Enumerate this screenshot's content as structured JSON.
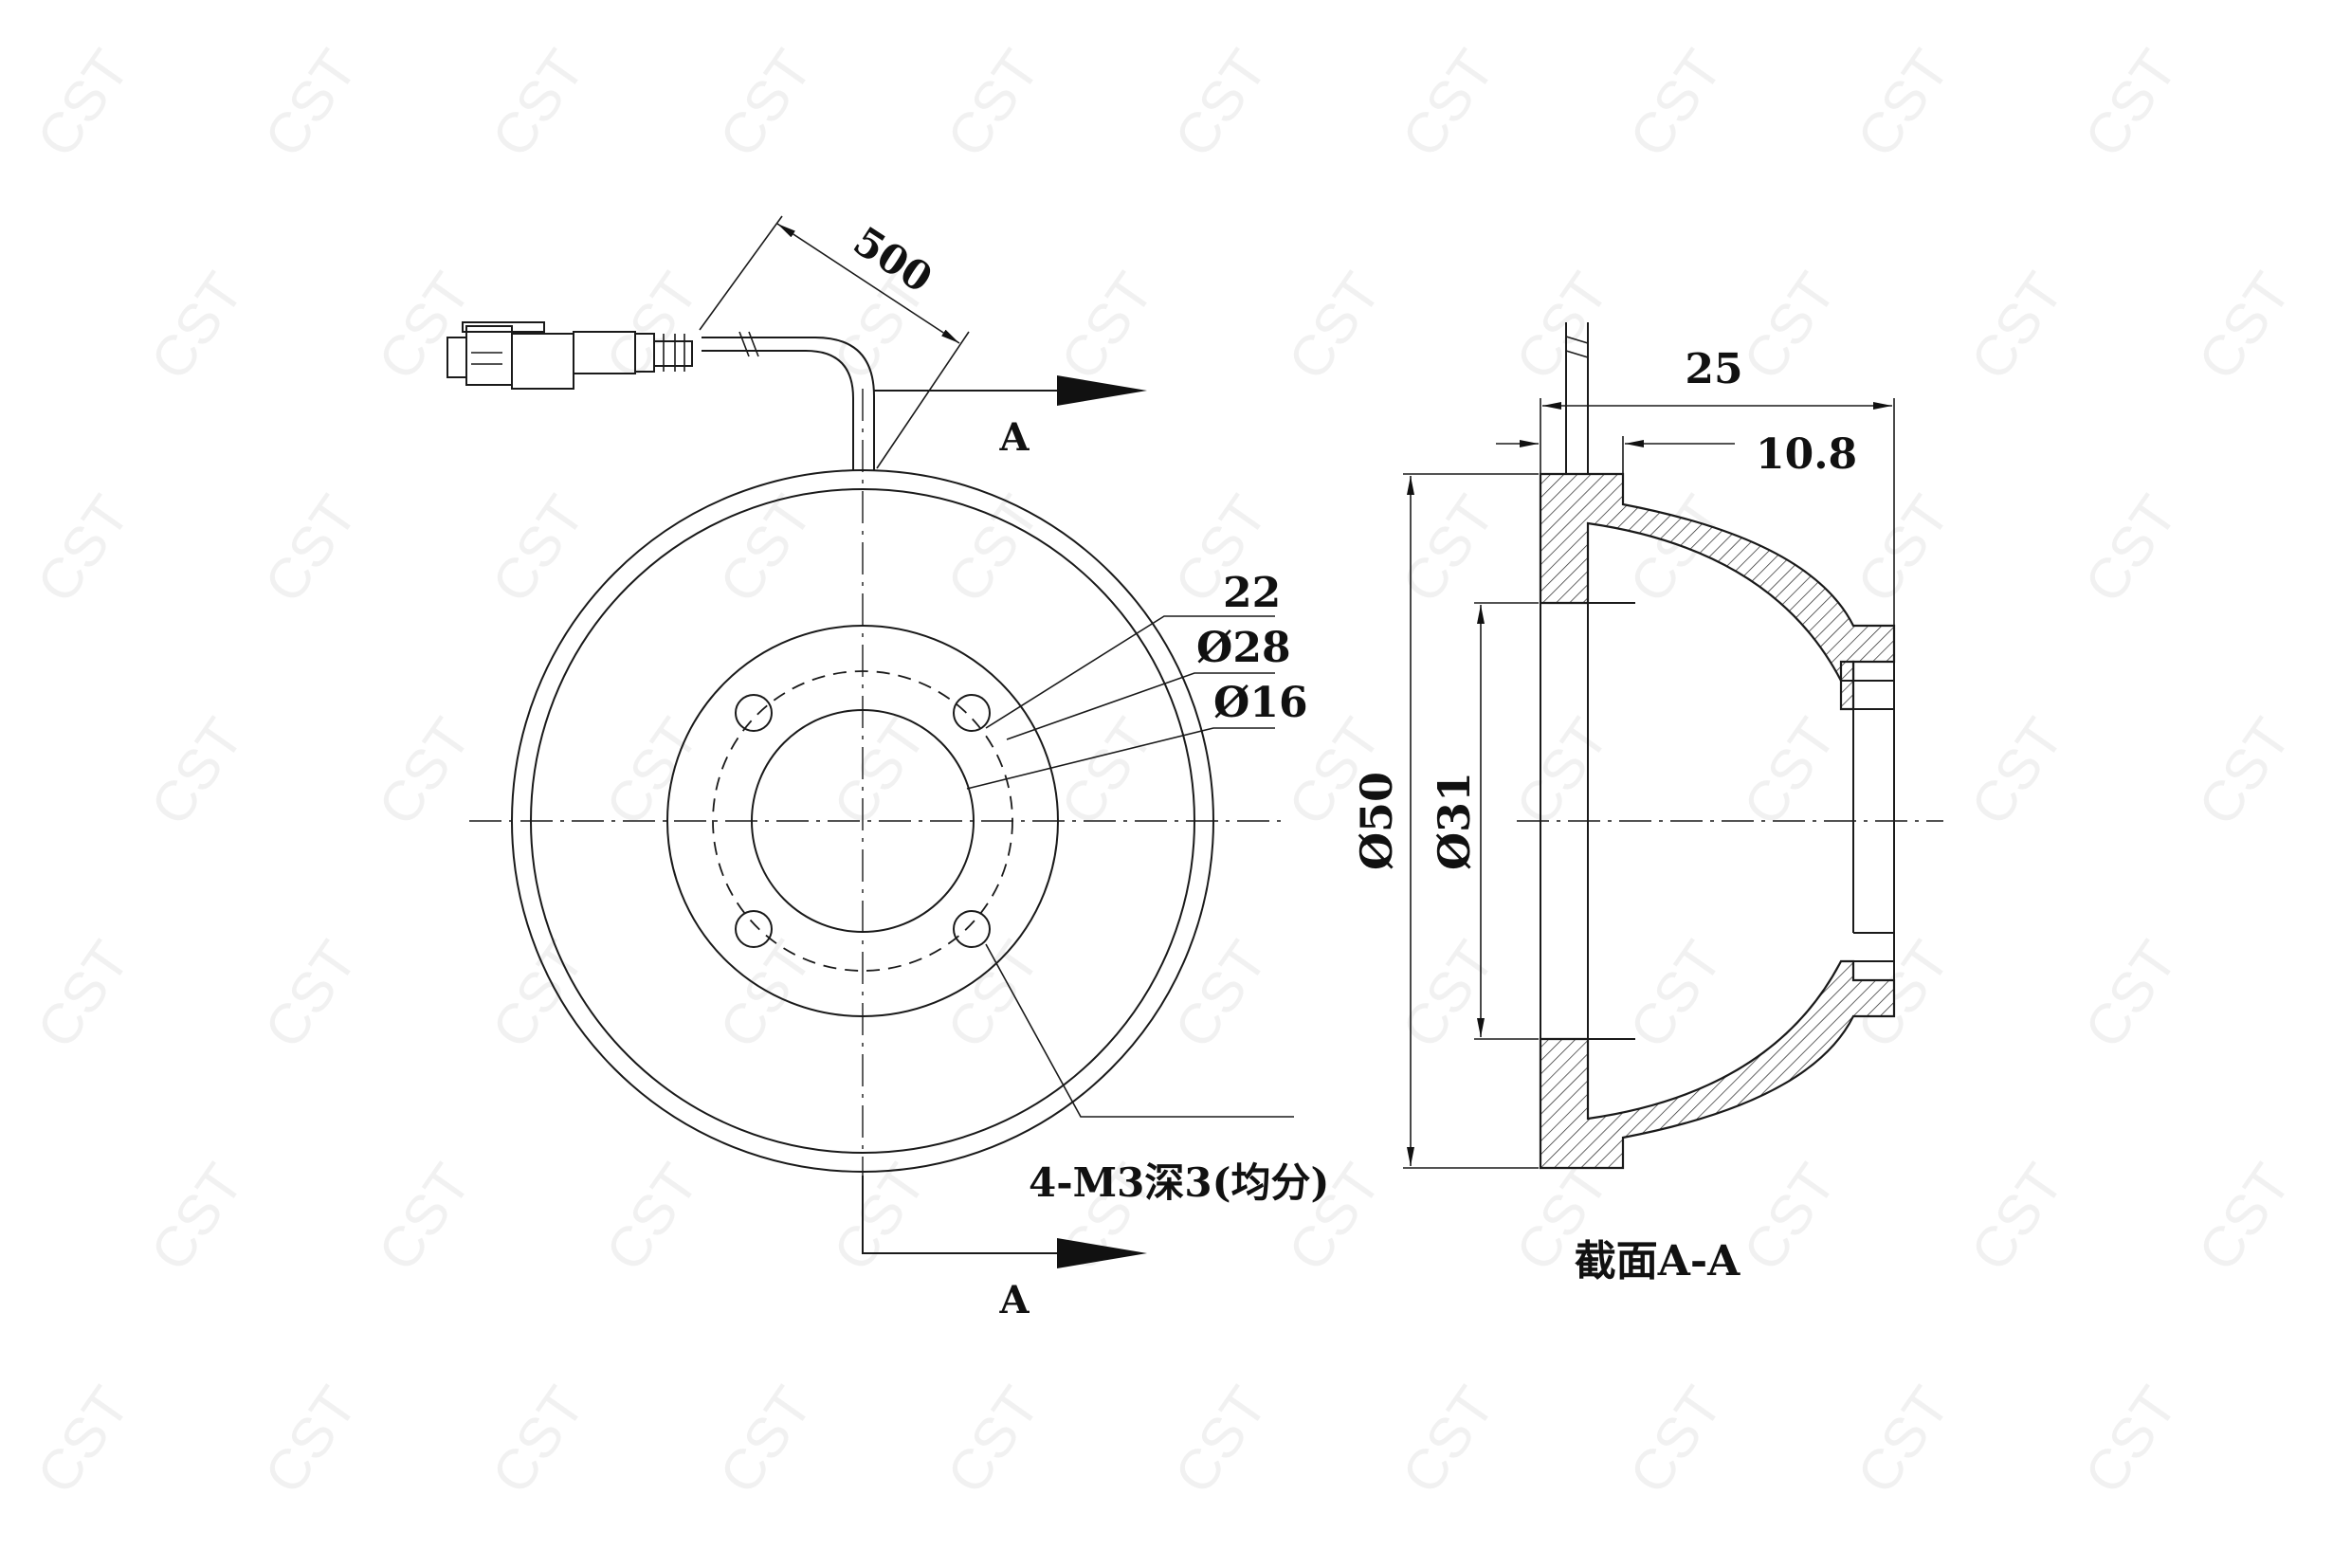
{
  "watermark": "CST",
  "dimensions": {
    "cable_length": "500",
    "inner_hole_dia": "22",
    "bolt_circle_dia": "Ø28",
    "bore_dia": "Ø16",
    "outer_dia": "Ø50",
    "window_dia": "Ø31",
    "height": "25",
    "flange_thickness": "10.8"
  },
  "hole_note": "4-M3深3(均分)",
  "section_marks": {
    "top": "A",
    "bottom": "A"
  },
  "section_title": "截面A-A"
}
